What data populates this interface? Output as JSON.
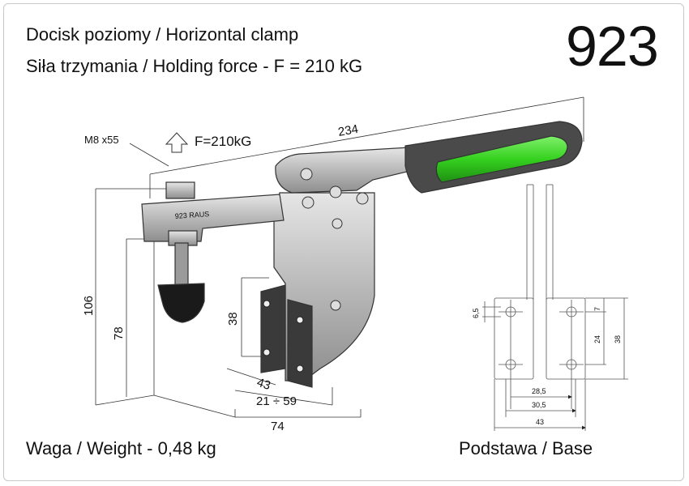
{
  "header": {
    "title_line1": "Docisk poziomy / Horizontal clamp",
    "title_line2": "Siła trzymania / Holding force - F = 210 kG",
    "model_number": "923"
  },
  "footer": {
    "weight": "Waga / Weight - 0,48 kg",
    "base_caption": "Podstawa / Base"
  },
  "drawing": {
    "bolt_label": "M8 x55",
    "force_label": "F=210kG",
    "arm_marking": "923 RAUS",
    "dim_length": "234",
    "dim_height_total": "106",
    "dim_height_spindle": "78",
    "dim_bracket_height": "38",
    "dim_bracket_width": "43",
    "dim_stroke": "21 ÷ 59",
    "dim_depth": "74"
  },
  "base": {
    "dim_hole": "6,5",
    "dim_top_offset": "7",
    "dim_hole_spacing_v": "24",
    "dim_height": "38",
    "dim_inner": "28,5",
    "dim_mid": "30,5",
    "dim_width": "43"
  },
  "colors": {
    "handle_green": "#35d11f",
    "handle_grey": "#4a4a4a",
    "metal": "#b8b8b8",
    "base_plate": "#3a3a3a"
  }
}
